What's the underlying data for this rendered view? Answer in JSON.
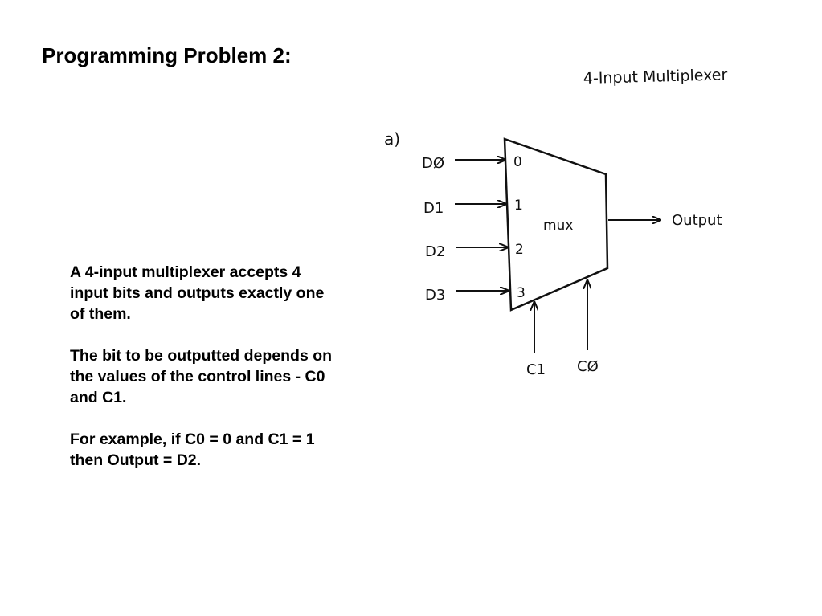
{
  "slide": {
    "title": "Programming Problem 2:",
    "paragraphs": [
      "A 4-input multiplexer accepts 4 input bits and outputs exactly one of them.",
      "The bit to be outputted depends on the values of the control lines - C0 and C1.",
      "For example, if C0 = 0 and C1 = 1 then Output = D2."
    ]
  },
  "diagram": {
    "title": "4-Input Multiplexer",
    "part_label": "a)",
    "block_label": "mux",
    "inputs": [
      {
        "name": "DØ",
        "pin": "0"
      },
      {
        "name": "D1",
        "pin": "1"
      },
      {
        "name": "D2",
        "pin": "2"
      },
      {
        "name": "D3",
        "pin": "3"
      }
    ],
    "controls": [
      "C1",
      "CØ"
    ],
    "output_label": "Output"
  }
}
